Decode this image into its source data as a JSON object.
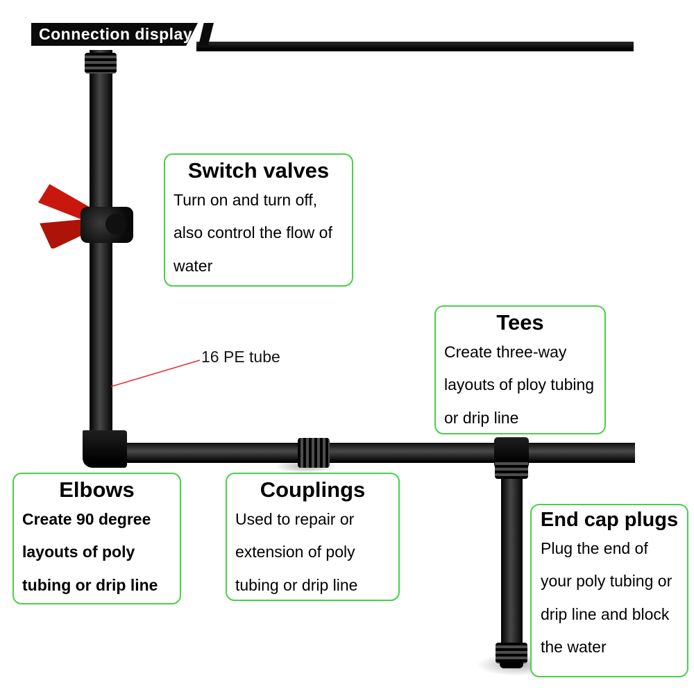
{
  "banner": {
    "title": "Connection display"
  },
  "annotation": {
    "tube_label": "16 PE tube"
  },
  "callouts": {
    "switch_valves": {
      "title": "Switch valves",
      "body": "Turn on and turn off, also control the flow of water"
    },
    "tees": {
      "title": "Tees",
      "body": "Create three-way layouts of ploy tubing or drip line"
    },
    "elbows": {
      "title": "Elbows",
      "body": "Create 90 degree layouts of poly tubing or drip line"
    },
    "couplings": {
      "title": "Couplings",
      "body": "Used to repair or extension of poly tubing or drip line"
    },
    "end_cap_plugs": {
      "title": "End cap plugs",
      "body": "Plug the end of your poly tubing or drip line and block the water"
    }
  },
  "diagram": {
    "components": [
      "poly-tube-vertical",
      "switch-valve",
      "elbow",
      "coupling",
      "tee",
      "end-cap-plug",
      "poly-tube-horizontal"
    ]
  },
  "colors": {
    "pipe": "#111111",
    "valve_handle": "#c8170d",
    "callout_border": "#46d146",
    "leader_line": "#e03030"
  }
}
